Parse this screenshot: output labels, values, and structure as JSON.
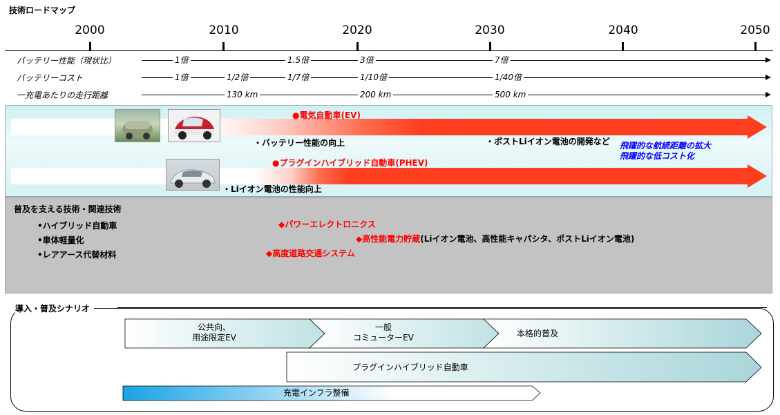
{
  "title": "技術ロードマップ",
  "years": [
    "2000",
    "2010",
    "2020",
    "2030",
    "2040",
    "2050"
  ],
  "metrics": [
    {
      "label": "バッテリー性能（現状比）",
      "values": [
        "1倍",
        "1.5倍",
        "3倍",
        "7倍"
      ]
    },
    {
      "label": "バッテリーコスト",
      "values": [
        "1倍",
        "1/2倍",
        "1/7倍",
        "1/10倍",
        "1/40倍"
      ]
    },
    {
      "label": "一充電あたりの走行距離",
      "values": [
        "130 km",
        "200 km",
        "500 km"
      ]
    }
  ],
  "ev": {
    "title": "●電気自動車(EV)",
    "note1": "・バッテリー性能の向上",
    "note2": "・ポストLiイオン電池の開発など",
    "blue1": "飛躍的な航続距離の拡大",
    "blue2": "飛躍的な低コスト化"
  },
  "phev": {
    "title": "●プラグインハイブリッド自動車(PHEV)",
    "note": "・Liイオン電池の性能向上"
  },
  "related": {
    "heading": "普及を支える技術・関連技術",
    "left": [
      "•ハイブリッド自動車",
      "•車体軽量化",
      "•レアアース代替材料"
    ],
    "red1": "◆パワーエレクトロニクス",
    "red2": "◆高性能電力貯蔵",
    "red2_suffix": "(Liイオン電池、高性能キャパシタ、ポストLiイオン電池)",
    "red3": "◆高度道路交通システム"
  },
  "scenario": {
    "title": "導入・普及シナリオ",
    "stage1_line1": "公共向、",
    "stage1_line2": "用途限定EV",
    "stage2_line1": "一般",
    "stage2_line2": "コミューターEV",
    "stage3": "本格的普及",
    "phev": "プラグインハイブリッド自動車",
    "infra": "充電インフラ整備"
  },
  "colors": {
    "red": "#ff0000",
    "arrow": "#ff3d1f",
    "blue": "#0000ff",
    "teal": "#a8d8dc"
  }
}
